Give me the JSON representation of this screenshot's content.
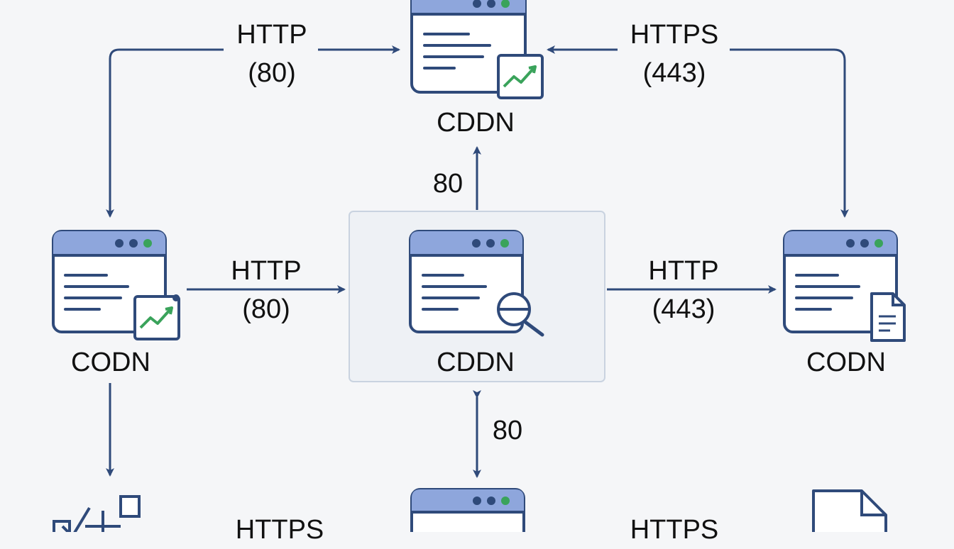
{
  "nodes": {
    "top": {
      "label": "CDDN",
      "badge": "chart"
    },
    "left": {
      "label": "CODN",
      "badge": "chart"
    },
    "center": {
      "label": "CDDN",
      "badge": "search"
    },
    "right": {
      "label": "CODN",
      "badge": "document"
    },
    "bottom": {
      "label": "",
      "badge": "none"
    }
  },
  "edges": {
    "left_to_top": {
      "line1": "HTTP",
      "line2": "(80)"
    },
    "right_to_top": {
      "line1": "HTTPS",
      "line2": "(443)"
    },
    "center_to_top": {
      "line1": "80"
    },
    "left_to_center": {
      "line1": "HTTP",
      "line2": "(80)"
    },
    "center_to_right": {
      "line1": "HTTP",
      "line2": "(443)"
    },
    "center_bottom": {
      "line1": "80"
    },
    "bottom_left": {
      "line1": "HTTPS"
    },
    "bottom_right": {
      "line1": "HTTPS"
    }
  },
  "colors": {
    "line": "#2f4a7a",
    "window_header": "#8ea6dc",
    "window_body": "#ffffff",
    "dot_dark": "#2f4a7a",
    "dot_green": "#3aa35b",
    "chart_green": "#3aa35b",
    "panel_bg": "#eef1f5",
    "panel_border": "#c9d3e0"
  }
}
